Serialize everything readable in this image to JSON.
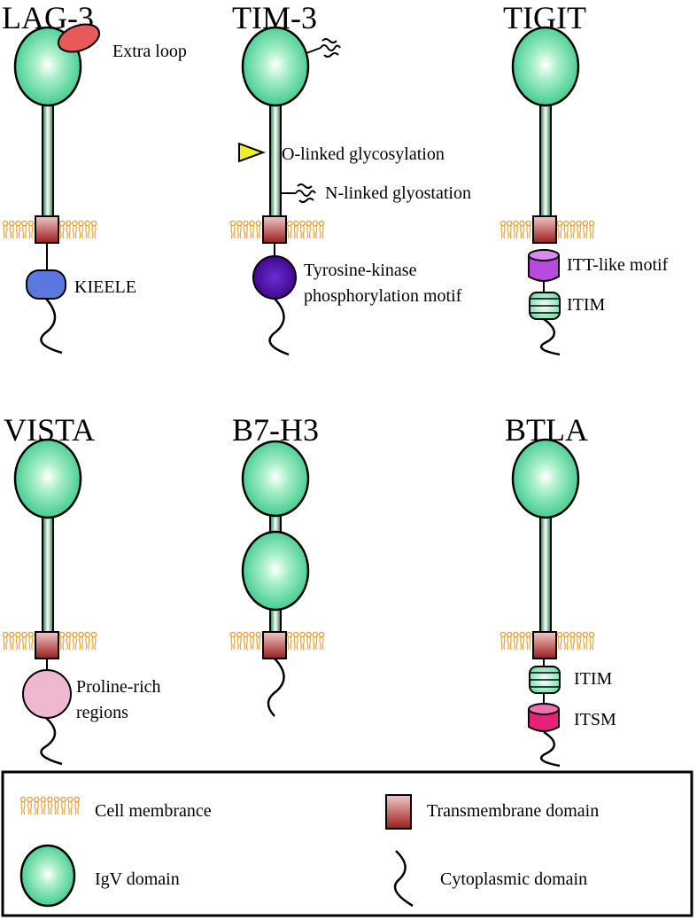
{
  "colors": {
    "igv": "#3cc98a",
    "stalk_dark": "#1d7a45",
    "membrane": "#e8a23a",
    "tm_light": "#f0c8c8",
    "tm_dark": "#9b1d1d",
    "extra_loop": "#e85a5a",
    "kieele": "#5a78e0",
    "tyrosine": "#4a0fa0",
    "itt": "#b84ae0",
    "itim": "#7fe8b0",
    "proline": "#f0b8d0",
    "itsm": "#e8207a",
    "triangle": "#f0f020"
  },
  "proteins": [
    {
      "name": "LAG-3",
      "annotations": [
        "Extra loop",
        "KIEELE"
      ]
    },
    {
      "name": "TIM-3",
      "annotations": [
        "O-linked glycosylation",
        "N-linked glyostation",
        "Tyrosine-kinase",
        "phosphorylation motif"
      ]
    },
    {
      "name": "TIGIT",
      "annotations": [
        "ITT-like motif",
        "ITIM"
      ]
    },
    {
      "name": "VISTA",
      "annotations": [
        "Proline-rich",
        "regions"
      ]
    },
    {
      "name": "B7-H3",
      "annotations": []
    },
    {
      "name": "BTLA",
      "annotations": [
        "ITIM",
        "ITSM"
      ]
    }
  ],
  "legend": {
    "cell_membrane": "Cell membrance",
    "transmembrane": "Transmembrane domain",
    "igv": "IgV domain",
    "cytoplasmic": "Cytoplasmic domain"
  }
}
